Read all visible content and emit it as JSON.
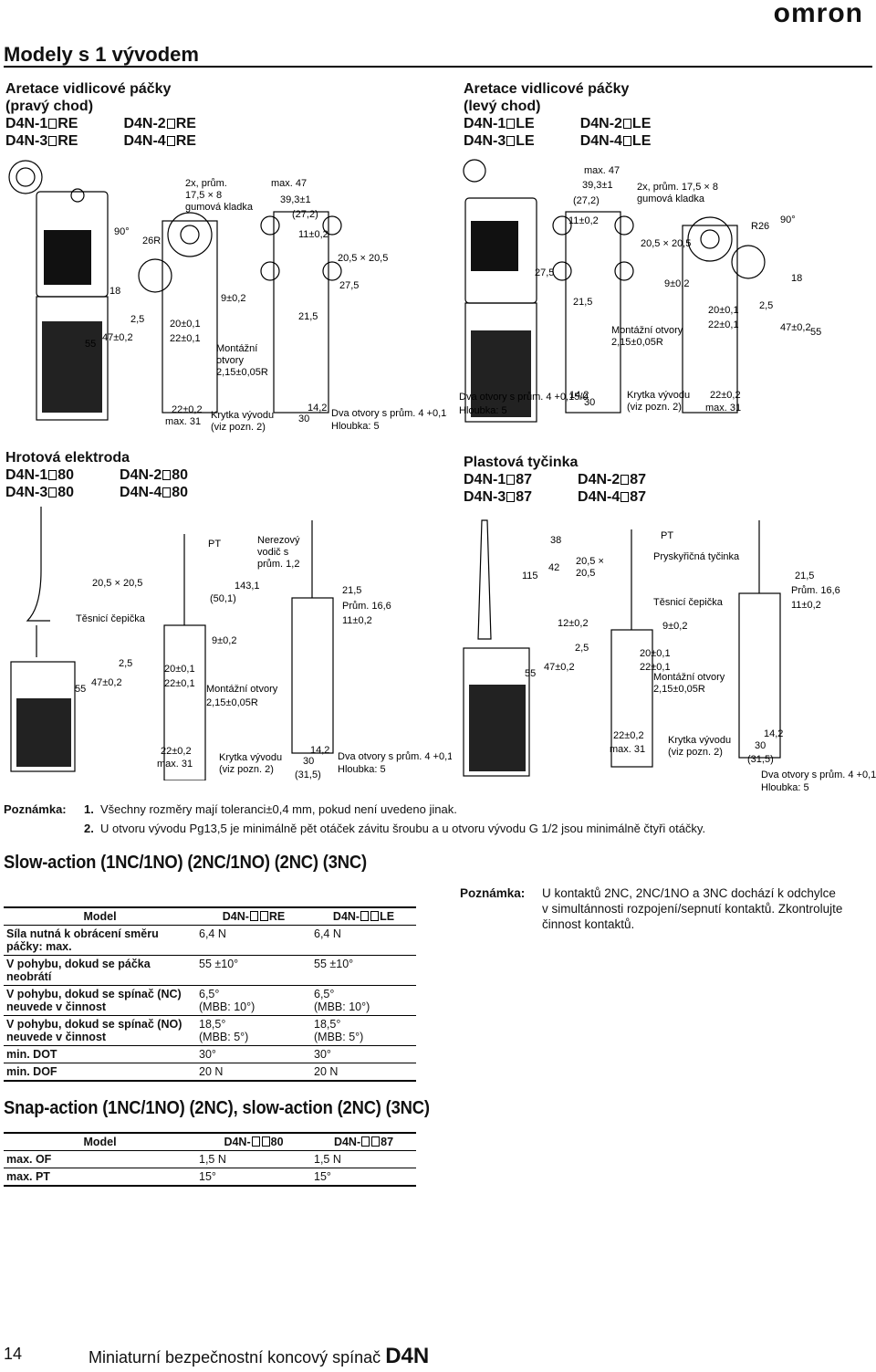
{
  "brand": {
    "logo": "omron"
  },
  "section_title": "Modely s 1 vývodem",
  "quadrants": [
    {
      "heading": [
        "Aretace vidlicové páčky",
        "(pravý chod)"
      ],
      "models": [
        [
          "D4N-1",
          "RE",
          "D4N-2",
          "RE"
        ],
        [
          "D4N-3",
          "RE",
          "D4N-4",
          "RE"
        ]
      ],
      "labels": [
        "2x, prům.",
        "17,5 × 8",
        "gumová kladka",
        "max. 47",
        "39,3±1",
        "(27,2)",
        "11±0,2",
        "20,5 × 20,5",
        "27,5",
        "90°",
        "26R",
        "18",
        "2,5",
        "9±0,2",
        "21,5",
        "55",
        "47±0,2",
        "20±0,1",
        "22±0,1",
        "Montážní",
        "otvory",
        "2,15±0,05R",
        "22±0,2",
        "max. 31",
        "Krytka vývodu",
        "(viz pozn. 2)",
        "14,2",
        "30",
        "Dva otvory s prům. 4 +0,15/0",
        "Hloubka: 5"
      ]
    },
    {
      "heading": [
        "Aretace vidlicové páčky",
        "(levý chod)"
      ],
      "models": [
        [
          "D4N-1",
          "LE",
          "D4N-2",
          "LE"
        ],
        [
          "D4N-3",
          "LE",
          "D4N-4",
          "LE"
        ]
      ],
      "labels": [
        "max. 47",
        "39,3±1",
        "(27,2)",
        "11±0,2",
        "2x, prům. 17,5 × 8",
        "gumová kladka",
        "R26",
        "90°",
        "20,5 × 20,5",
        "27,5",
        "9±0,2",
        "18",
        "21,5",
        "20±0,1",
        "2,5",
        "22±0,1",
        "47±0,2",
        "55",
        "Montážní otvory",
        "2,15±0,05R",
        "Dva otvory s prům. 4 +0,15/0",
        "Hloubka: 5",
        "14,2",
        "30",
        "Krytka vývodu",
        "(viz pozn. 2)",
        "22±0,2",
        "max. 31"
      ]
    },
    {
      "heading": [
        "Hrotová elektroda"
      ],
      "models": [
        [
          "D4N-1",
          "80",
          "D4N-2",
          "80"
        ],
        [
          "D4N-3",
          "80",
          "D4N-4",
          "80"
        ]
      ],
      "labels": [
        "PT",
        "Nerezový",
        "vodič s",
        "prům. 1,2",
        "143,1",
        "(50,1)",
        "20,5 × 20,5",
        "21,5",
        "Prům. 16,6",
        "11±0,2",
        "Těsnicí čepička",
        "9±0,2",
        "2,5",
        "55",
        "47±0,2",
        "20±0,1",
        "22±0,1",
        "Montážní otvory",
        "2,15±0,05R",
        "22±0,2",
        "max. 31",
        "Krytka vývodu",
        "(viz pozn. 2)",
        "14,2",
        "30",
        "(31,5)",
        "Dva otvory s prům. 4 +0,15/0",
        "Hloubka: 5"
      ]
    },
    {
      "heading": [
        "Plastová tyčinka"
      ],
      "models": [
        [
          "D4N-1",
          "87",
          "D4N-2",
          "87"
        ],
        [
          "D4N-3",
          "87",
          "D4N-4",
          "87"
        ]
      ],
      "labels": [
        "38",
        "PT",
        "Pryskyřičná tyčinka",
        "42",
        "20,5 ×",
        "20,5",
        "115",
        "21,5",
        "Prům. 16,6",
        "11±0,2",
        "Těsnicí čepička",
        "12±0,2",
        "9±0,2",
        "2,5",
        "20±0,1",
        "55",
        "47±0,2",
        "22±0,1",
        "Montážní otvory",
        "2,15±0,05R",
        "22±0,2",
        "max. 31",
        "Krytka vývodu",
        "(viz pozn. 2)",
        "14,2",
        "30",
        "(31,5)",
        "Dva otvory s prům. 4 +0,15/0",
        "Hloubka: 5"
      ]
    }
  ],
  "notes": {
    "label": "Poznámka:",
    "items": [
      {
        "num": "1.",
        "text": "Všechny rozměry mají toleranci±0,4 mm, pokud není uvedeno jinak."
      },
      {
        "num": "2.",
        "text": "U otvoru vývodu Pg13,5 je minimálně pět otáček závitu šroubu a u otvoru vývodu G 1/2 jsou minimálně čtyři otáčky."
      }
    ]
  },
  "slow_action": {
    "title": "Slow-action (1NC/1NO) (2NC/1NO) (2NC) (3NC)",
    "columns": [
      "Model",
      "D4N-",
      "RE",
      "D4N-",
      "LE"
    ],
    "rows": [
      {
        "k": [
          "Síla nutná k obrácení směru",
          "páčky: max."
        ],
        "a": [
          "6,4 N"
        ],
        "b": [
          "6,4 N"
        ]
      },
      {
        "k": [
          "V pohybu, dokud se páčka",
          "neobrátí"
        ],
        "a": [
          "55 ±10°"
        ],
        "b": [
          "55 ±10°"
        ]
      },
      {
        "k": [
          "V pohybu, dokud se spínač (NC)",
          "neuvede v činnost"
        ],
        "a": [
          "6,5°",
          "(MBB: 10°)"
        ],
        "b": [
          "6,5°",
          "(MBB: 10°)"
        ]
      },
      {
        "k": [
          "V pohybu, dokud se spínač (NO)",
          "neuvede v činnost"
        ],
        "a": [
          "18,5°",
          "(MBB: 5°)"
        ],
        "b": [
          "18,5°",
          "(MBB: 5°)"
        ]
      },
      {
        "k": [
          "min. DOT"
        ],
        "a": [
          "30°"
        ],
        "b": [
          "30°"
        ]
      },
      {
        "k": [
          "min. DOF"
        ],
        "a": [
          "20 N"
        ],
        "b": [
          "20 N"
        ]
      }
    ],
    "note_label": "Poznámka:",
    "note_text": [
      "U kontaktů 2NC, 2NC/1NO a 3NC dochází k odchylce",
      "v simultánnosti rozpojení/sepnutí kontaktů. Zkontrolujte",
      "činnost kontaktů."
    ]
  },
  "snap_action": {
    "title": "Snap-action (1NC/1NO) (2NC), slow-action (2NC) (3NC)",
    "columns": [
      "Model",
      "D4N-",
      "80",
      "D4N-",
      "87"
    ],
    "rows": [
      {
        "k": "max. OF",
        "a": "1,5 N",
        "b": "1,5 N"
      },
      {
        "k": "max. PT",
        "a": "15°",
        "b": "15°"
      }
    ]
  },
  "footer": {
    "page": "14",
    "title": "Miniaturní bezpečnostní koncový spínač",
    "model": "D4N"
  }
}
